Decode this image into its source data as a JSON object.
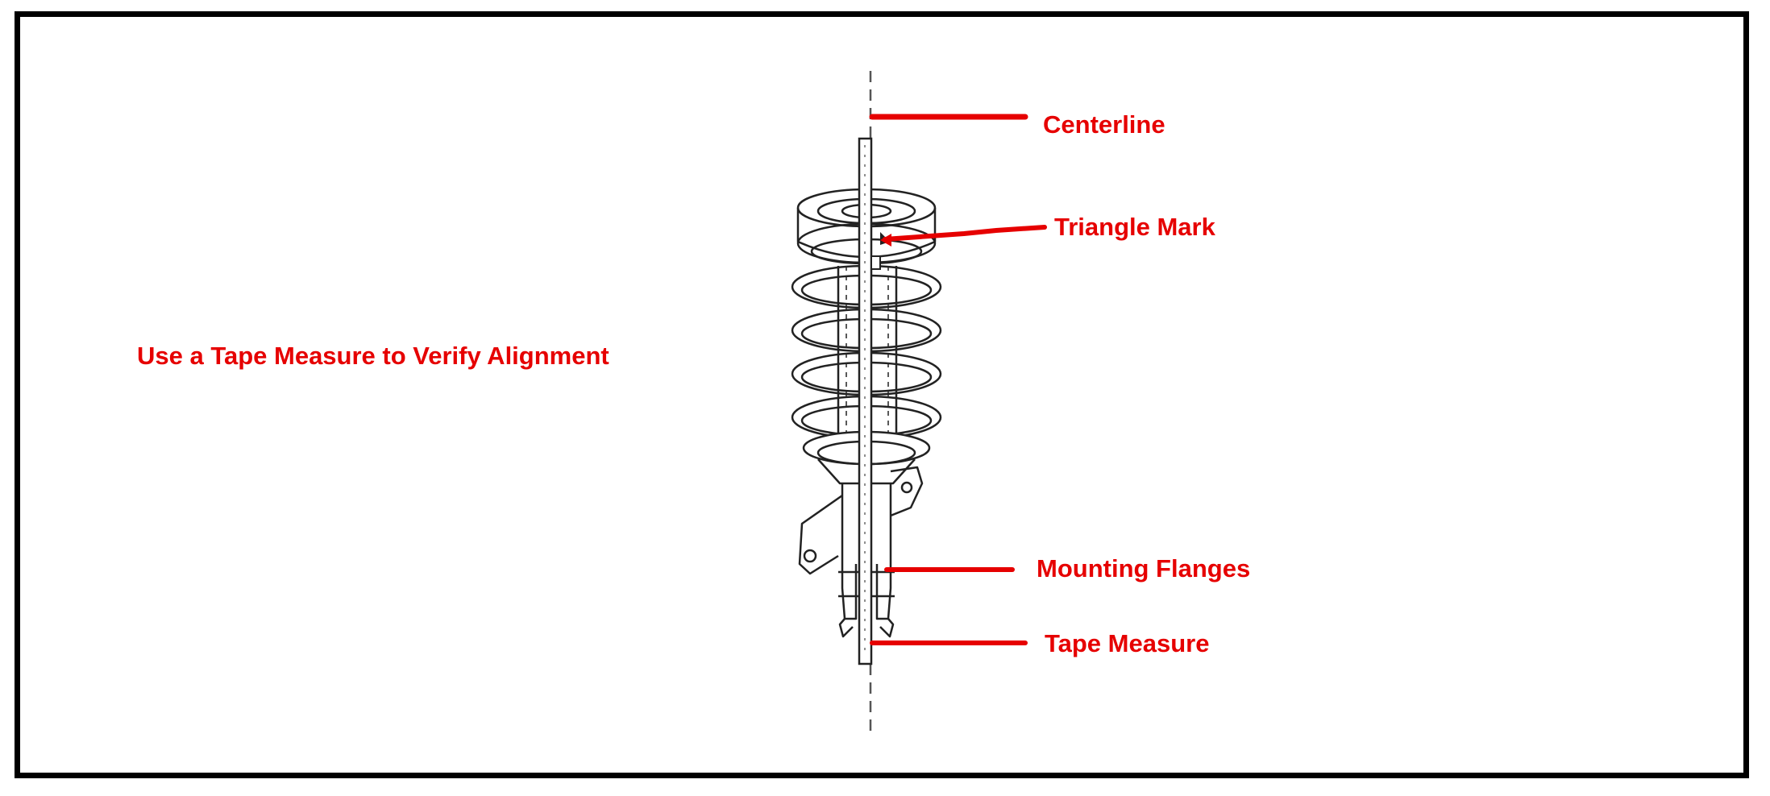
{
  "diagram": {
    "instruction": "Use a Tape Measure to Verify Alignment",
    "labels": {
      "centerline": "Centerline",
      "triangle_mark": "Triangle Mark",
      "mounting_flanges": "Mounting Flanges",
      "tape_measure": "Tape Measure"
    },
    "colors": {
      "label": "#e60000",
      "leader": "#e60000",
      "line_art": "#222222",
      "frame": "#000000"
    }
  }
}
